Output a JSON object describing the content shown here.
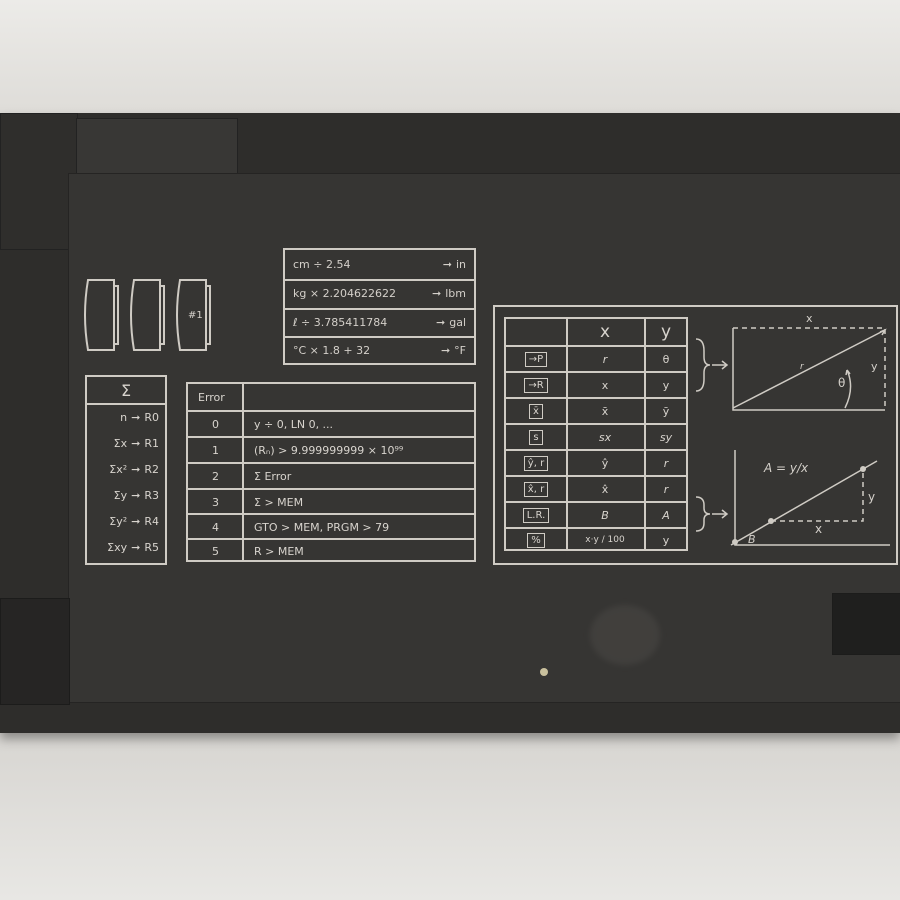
{
  "conversions": [
    {
      "expr": "cm ÷ 2.54",
      "unit": "in"
    },
    {
      "expr": "kg × 2.204622622",
      "unit": "lbm"
    },
    {
      "expr": "ℓ ÷ 3.785411784",
      "unit": "gal"
    },
    {
      "expr": "°C × 1.8 + 32",
      "unit": "°F"
    }
  ],
  "battery_label": "#1",
  "sigma": {
    "header": "Σ",
    "rows": [
      {
        "lhs": "n",
        "reg": "R0"
      },
      {
        "lhs": "Σx",
        "reg": "R1"
      },
      {
        "lhs": "Σx²",
        "reg": "R2"
      },
      {
        "lhs": "Σy",
        "reg": "R3"
      },
      {
        "lhs": "Σy²",
        "reg": "R4"
      },
      {
        "lhs": "Σxy",
        "reg": "R5"
      }
    ]
  },
  "errors": {
    "header": "Error",
    "rows": [
      {
        "code": "0",
        "text": "y ÷ 0,  LN 0, ..."
      },
      {
        "code": "1",
        "text": "(Rₙ) > 9.999999999 × 10⁹⁹"
      },
      {
        "code": "2",
        "text": "Σ Error"
      },
      {
        "code": "3",
        "text": "Σ > MEM"
      },
      {
        "code": "4",
        "text": "GTO > MEM, PRGM > 79"
      },
      {
        "code": "5",
        "text": "R > MEM"
      }
    ]
  },
  "stats_table": {
    "col_x": "x",
    "col_y": "y",
    "rows": [
      {
        "key": "→P",
        "x": "r",
        "y": "θ"
      },
      {
        "key": "→R",
        "x": "x",
        "y": "y"
      },
      {
        "key": "x̄",
        "x": "x̄",
        "y": "ȳ"
      },
      {
        "key": "s",
        "x": "sx",
        "y": "sy"
      },
      {
        "key": "ŷ, r",
        "x": "ŷ",
        "y": "r"
      },
      {
        "key": "x̂, r",
        "x": "x̂",
        "y": "r"
      },
      {
        "key": "L.R.",
        "x": "B",
        "y": "A"
      },
      {
        "key": "%",
        "x": "x·y / 100",
        "y": "y"
      }
    ]
  },
  "diagram_polar": {
    "x": "x",
    "y": "y",
    "r": "r",
    "theta": "θ"
  },
  "diagram_linear": {
    "formula": "A = y/x",
    "x": "x",
    "y": "y",
    "b": "B"
  }
}
